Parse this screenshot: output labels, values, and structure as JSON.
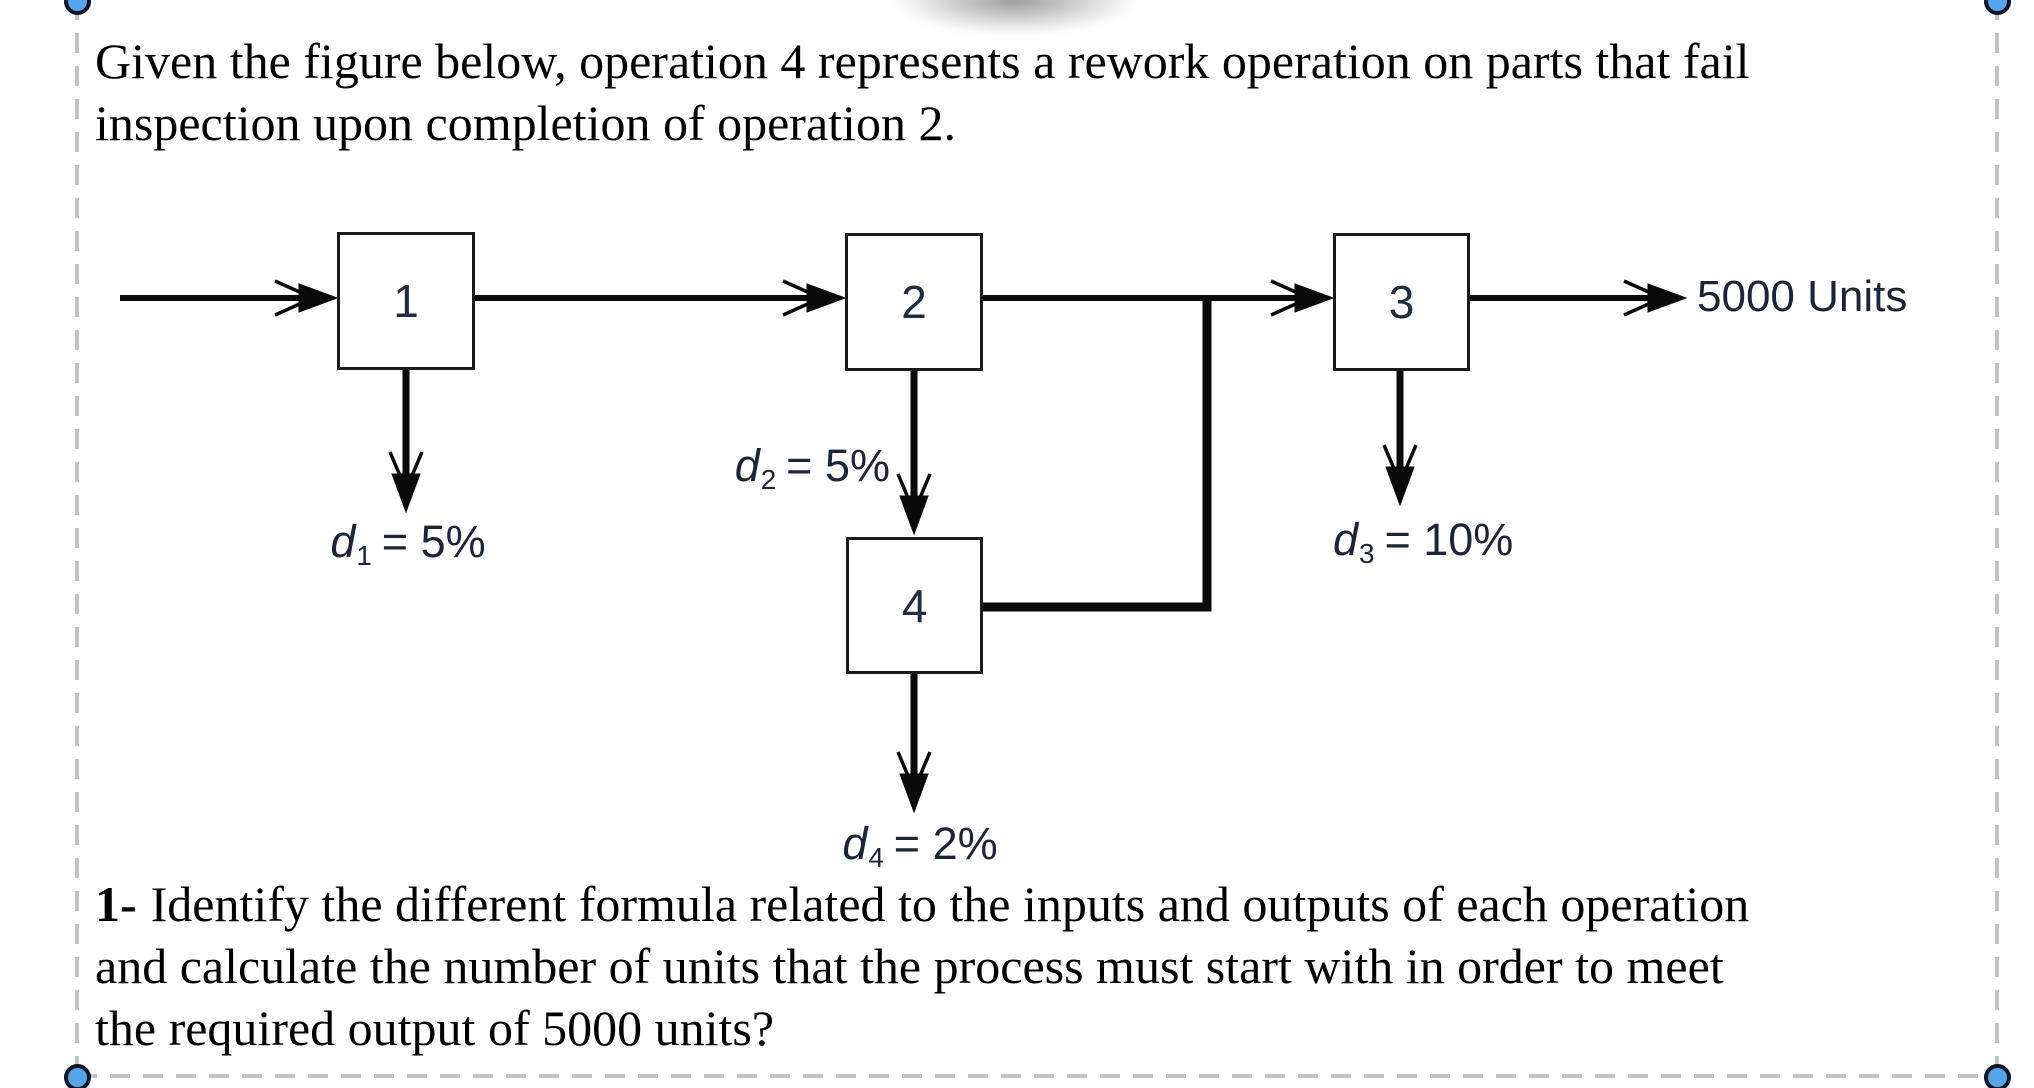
{
  "question": {
    "intro_lines": [
      "Given the figure below, operation 4 represents a rework operation on parts that fail",
      "inspection upon completion of operation 2."
    ],
    "task": {
      "number": "1-",
      "lines": [
        "Identify the different formula related to the inputs and outputs of each operation",
        "and calculate the number of units that the process must start with in order to meet",
        "the required output of 5000 units?"
      ]
    }
  },
  "diagram": {
    "operations": [
      {
        "id": "1"
      },
      {
        "id": "2"
      },
      {
        "id": "3"
      },
      {
        "id": "4"
      }
    ],
    "output_label": "5000 Units",
    "defect_labels": [
      {
        "var": "d",
        "sub": "1",
        "eq": "= 5%"
      },
      {
        "var": "d",
        "sub": "2",
        "eq": "= 5%"
      },
      {
        "var": "d",
        "sub": "3",
        "eq": "= 10%"
      },
      {
        "var": "d",
        "sub": "4",
        "eq": "= 2%"
      }
    ],
    "ink_color": "#0a0a0a"
  },
  "selection": {
    "handle_fill": "#55a5e8",
    "handle_border": "#101528",
    "dash_color": "#c3c3c3"
  }
}
